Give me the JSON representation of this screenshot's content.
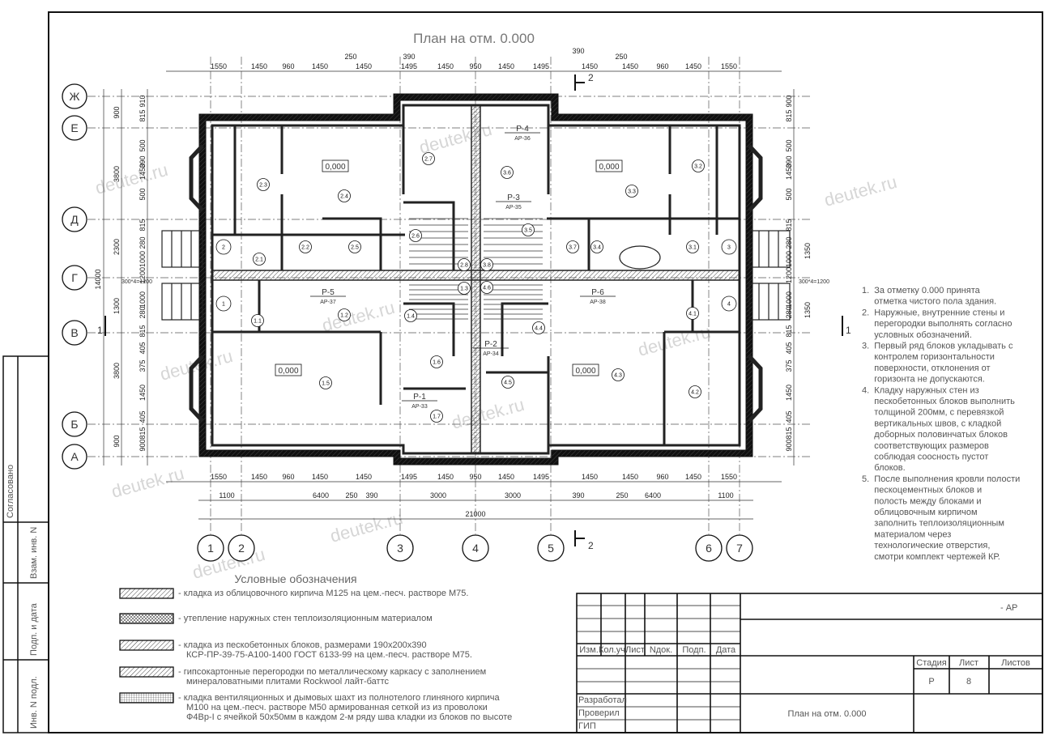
{
  "title": "План на отм. 0.000",
  "watermark": "deutek.ru",
  "axes": {
    "letters": [
      "Ж",
      "Е",
      "Д",
      "Г",
      "В",
      "Б",
      "А"
    ],
    "numbers": [
      "1",
      "2",
      "3",
      "4",
      "5",
      "6",
      "7"
    ]
  },
  "section_marks": {
    "label": "2",
    "side_label": "1"
  },
  "dims": {
    "top": [
      "1550",
      "1450",
      "960",
      "1450",
      "1450",
      "1495",
      "1450",
      "950",
      "1450",
      "1495",
      "1450",
      "1450",
      "960",
      "1450",
      "1550"
    ],
    "top_extra": [
      "250",
      "390",
      "390",
      "250"
    ],
    "bottom": [
      "1550",
      "1450",
      "960",
      "1450",
      "1450",
      "1495",
      "1450",
      "950",
      "1450",
      "1495",
      "1450",
      "1450",
      "960",
      "1450",
      "1550"
    ],
    "bottom2": [
      "1100",
      "6400",
      "250",
      "390",
      "3000",
      "3000",
      "390",
      "250",
      "6400",
      "1100"
    ],
    "overall": "21000",
    "left_main": [
      "900",
      "3800",
      "2300",
      "1300",
      "3800",
      "900"
    ],
    "left_overall": "14000",
    "left_detail": [
      "910",
      "815",
      "500",
      "390",
      "1450",
      "500",
      "815",
      "280",
      "1000",
      "1200",
      "1000",
      "280",
      "815",
      "405",
      "375",
      "1450",
      "405",
      "815",
      "900"
    ],
    "right_detail": [
      "900",
      "815",
      "500",
      "390",
      "1450",
      "500",
      "815",
      "280",
      "1000",
      "1200",
      "1000",
      "280",
      "815",
      "405",
      "375",
      "1450",
      "405",
      "815",
      "900"
    ],
    "right_main": [
      "1350",
      "1350"
    ],
    "porch": "300*4=1200"
  },
  "rooms": [
    "2.1",
    "2.2",
    "2.3",
    "2.4",
    "2.5",
    "2.6",
    "2.7",
    "2.8",
    "1.1",
    "1.2",
    "1.3",
    "1.4",
    "1.5",
    "1.6",
    "1.7",
    "3.1",
    "3.2",
    "3.3",
    "3.4",
    "3.5",
    "3.6",
    "3.7",
    "3.8",
    "4.1",
    "4.2",
    "4.3",
    "4.4",
    "4.5",
    "4.6",
    "2",
    "1",
    "3",
    "4"
  ],
  "levels": [
    "0,000",
    "0,000",
    "0,000",
    "0,000"
  ],
  "risers": [
    {
      "name": "Р-4",
      "code": "АР-36"
    },
    {
      "name": "Р-3",
      "code": "АР-35"
    },
    {
      "name": "Р-5",
      "code": "АР-37"
    },
    {
      "name": "Р-6",
      "code": "АР-38"
    },
    {
      "name": "Р-2",
      "code": "АР-34"
    },
    {
      "name": "Р-1",
      "code": "АР-33"
    }
  ],
  "notes": [
    "1.  За отметку 0.000 принята",
    "     отметка чистого пола здания.",
    "2.  Наружные, внутренние стены и",
    "     перегородки выполнять согласно",
    "     условных обозначений.",
    "3.  Первый ряд блоков укладывать с",
    "     контролем горизонтальности",
    "     поверхности, отклонения от",
    "     горизонта не допускаются.",
    "4.  Кладку наружных стен из",
    "     пескобетонных блоков выполнить",
    "     толщиной 200мм, с перевязкой",
    "     вертикальных швов, с кладкой",
    "     доборных половинчатых блоков",
    "     соответствующих размеров",
    "     соблюдая соосность пустот",
    "     блоков.",
    "5.  После выполнения кровли полости",
    "     пескоцементных блоков и",
    "     полость между блоками и",
    "     облицовочным кирпичом",
    "     заполнить теплоизоляционным",
    "     материалом через",
    "     технологические отверстия,",
    "     смотри комплект чертежей КР."
  ],
  "legend": {
    "title": "Условные обозначения",
    "items": [
      [
        "- кладка из облицовочного кирпича М125 на цем.-песч. растворе М75."
      ],
      [
        "- утепление наружных стен теплоизоляционным  материалом"
      ],
      [
        "- кладка из пескобетонных блоков, размерами 190х200х390",
        "КСР-ПР-39-75-А100-1400 ГОСТ 6133-99 на цем.-песч. растворе М75."
      ],
      [
        "- гипсокартонные перегородки по металлическому каркасу с заполнением",
        "минераловатными плитами Rockwool лайт-баттс"
      ],
      [
        "- кладка вентиляционных и дымовых шахт из полнотелого глиняного кирпича",
        "М100 на цем.-песч. растворе М50 армированная сеткой из из проволоки",
        "Ф4Вр-I с ячейкой 50х50мм в каждом 2-м ряду шва кладки из блоков по высоте"
      ]
    ]
  },
  "stamp": {
    "labels": [
      "Согласовано",
      "Взам. инв. N",
      "Подп. и дата",
      "Инв. N подл."
    ]
  },
  "title_block": {
    "code": "- АР",
    "columns": [
      "Изм.",
      "Кол.уч.",
      "Лист",
      "Nдок.",
      "Подп.",
      "Дата"
    ],
    "roles": [
      "Разработал",
      "Проверил",
      "ГИП"
    ],
    "stage_label": "Стадия",
    "sheet_label": "Лист",
    "sheets_label": "Листов",
    "stage": "Р",
    "sheet": "8",
    "drawing_name": "План на отм. 0.000"
  }
}
